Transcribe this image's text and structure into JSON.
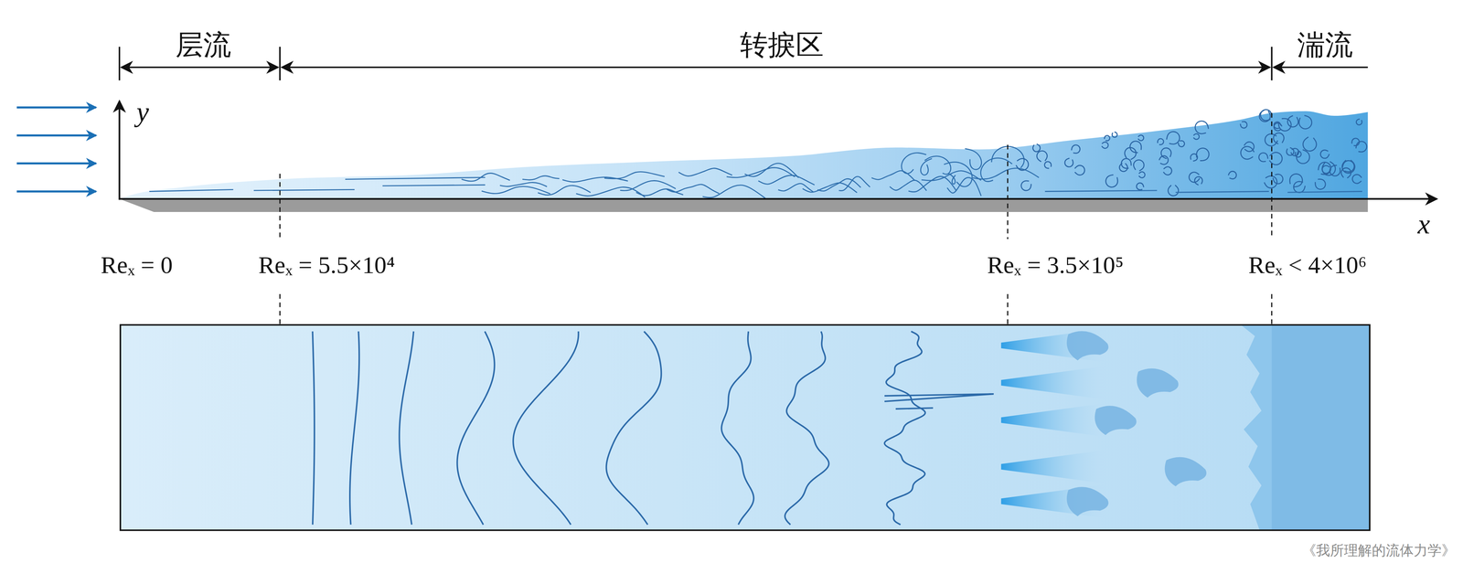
{
  "diagram": {
    "labels": [
      "层流",
      "转捩区",
      "湍流",
      "y",
      "x",
      "Reₓ = 0",
      "Reₓ = 5.5×10⁴",
      "Reₓ = 3.5×10⁵",
      "Reₓ < 4×10⁶",
      "《我所理解的流体力学》"
    ]
  }
}
